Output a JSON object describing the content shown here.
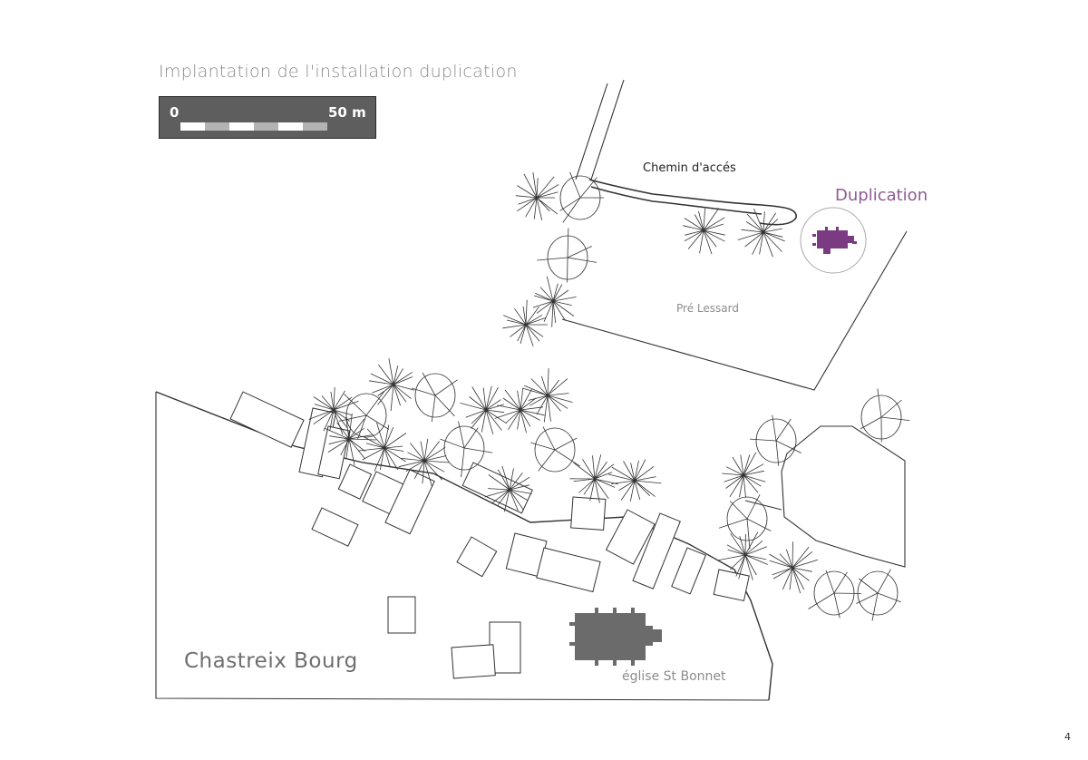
{
  "title": "Implantation de l'installation duplication",
  "scale": {
    "start_label": "0",
    "end_label": "50 m"
  },
  "labels": {
    "access_path": "Chemin d'accés",
    "duplication": "Duplication",
    "meadow": "Pré Lessard",
    "village": "Chastreix Bourg",
    "church": "église St Bonnet"
  },
  "page_number": "4",
  "colors": {
    "duplication": "#7a3b82",
    "church": "#6b6b6b",
    "line": "#333333",
    "scale_bg": "#5e5e5e"
  }
}
